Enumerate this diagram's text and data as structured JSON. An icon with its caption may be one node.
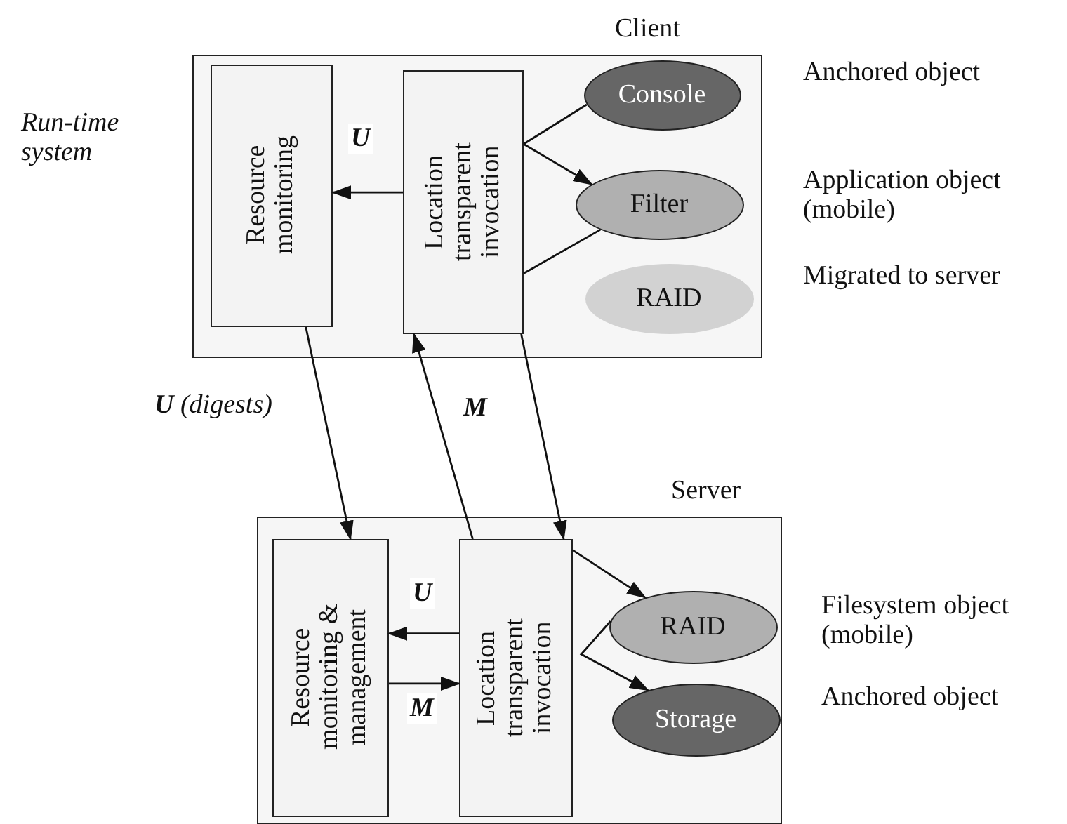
{
  "diagram": {
    "nodes": [
      {
        "text": [
          "Client"
        ]
      },
      {
        "text": [
          "Resource monitoring"
        ],
        "in": 0
      },
      {
        "text": [
          "Location transparent invocation"
        ],
        "in": 0
      },
      {
        "text": [
          "Console"
        ],
        "in": 0,
        "beside": [
          "Anchored object"
        ]
      },
      {
        "text": [
          "Filter"
        ],
        "in": 0,
        "beside": [
          "Application object (mobile)"
        ]
      },
      {
        "text": [
          "RAID"
        ],
        "in": 0,
        "beside": [
          "Migrated to server"
        ]
      },
      {
        "text": [
          "Server"
        ]
      },
      {
        "text": [
          "Resource monitoring & management"
        ],
        "in": 6
      },
      {
        "text": [
          "Location transparent invocation"
        ],
        "in": 6
      },
      {
        "text": [
          "RAID"
        ],
        "in": 6,
        "beside": [
          "Filesystem object (mobile)"
        ]
      },
      {
        "text": [
          "Storage"
        ],
        "in": 6,
        "beside": [
          "Anchored object"
        ]
      }
    ],
    "edges": [
      {
        "from": 2,
        "to": 1,
        "arrow": "to",
        "label": "U"
      },
      {
        "from": 2,
        "to": 3,
        "arrow": "none"
      },
      {
        "from": 2,
        "to": 4,
        "arrow": "to"
      },
      {
        "from": 2,
        "to": 4,
        "arrow": "none"
      },
      {
        "from": 1,
        "to": 7,
        "arrow": "to",
        "label": "**U** (digests)"
      },
      {
        "from": 8,
        "to": 2,
        "arrow": "to",
        "label": "M"
      },
      {
        "from": 2,
        "to": 8,
        "arrow": "to"
      },
      {
        "from": 8,
        "to": 7,
        "arrow": "to",
        "label": "U"
      },
      {
        "from": 7,
        "to": 8,
        "arrow": "to",
        "label": "M"
      },
      {
        "from": 8,
        "to": 9,
        "arrow": "to"
      },
      {
        "from": 9,
        "to": 10,
        "arrow": "to"
      }
    ],
    "labels": [
      "Run-time system"
    ]
  }
}
